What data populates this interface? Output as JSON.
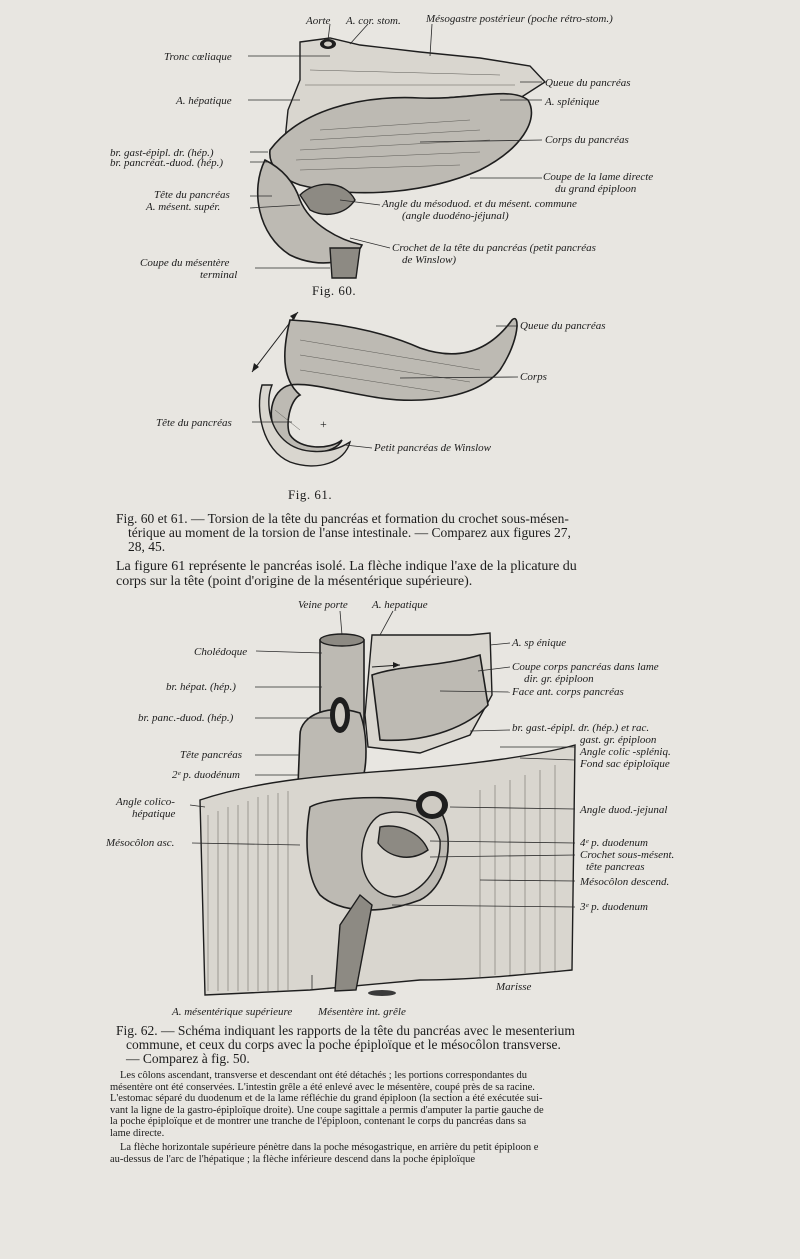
{
  "fig60": {
    "number": "Fig. 60.",
    "labels": {
      "aorte": "Aorte",
      "a_cor_stom": "A. cor. stom.",
      "mesogastre": "Mésogastre postérieur (poche rétro-stom.)",
      "tronc": "Tronc cœliaque",
      "queue": "Queue du pancréas",
      "a_hepatique": "A. hépatique",
      "a_splenique": "A. splénique",
      "corps": "Corps du pancréas",
      "br_gast": "br. gast-épipl. dr. (hép.)",
      "br_pancreat": "br. pancréat.-duod. (hép.)",
      "coupe_lame_1": "Coupe de la lame directe",
      "coupe_lame_2": "du grand épiploon",
      "tete": "Tête du pancréas",
      "a_mesent": "A. mésent. supér.",
      "angle_1": "Angle du mésoduod. et du mésent. commune",
      "angle_2": "(angle duodéno-jéjunal)",
      "crochet_1": "Crochet de la tête du pancréas (petit pancréas",
      "crochet_2": "de Winslow)",
      "coupe_mes_1": "Coupe du mésentère",
      "coupe_mes_2": "terminal"
    }
  },
  "fig61": {
    "number": "Fig. 61.",
    "labels": {
      "queue": "Queue du pancréas",
      "corps": "Corps",
      "tete": "Tête du pancréas",
      "petit": "Petit pancréas de Winslow"
    }
  },
  "caption_60_61": {
    "line1": "Fig. 60 et 61. — Torsion de la tête du pancréas et formation du crochet sous-mésen-",
    "line2": "térique au moment de la torsion de l'anse intestinale. — Comparez aux figures 27,",
    "line3": "28, 45."
  },
  "paragraph": {
    "line1": "La figure 61 représente le pancréas isolé. La flèche indique l'axe de la plicature du",
    "line2": "corps sur la tête (point d'origine de la mésentérique supérieure)."
  },
  "fig62": {
    "labels": {
      "veine_porte": "Veine porte",
      "a_hepatique": "A. hepatique",
      "choledoque": "Cholédoque",
      "a_splenique": "A. sp énique",
      "coupe_corps_1": "Coupe corps pancréas dans lame",
      "coupe_corps_2": "dir. gr. épiploon",
      "br_hepat": "br. hépat. (hép.)",
      "face_ant": "Face ant. corps pancréas",
      "br_panc_duod": "br. panc.-duod. (hép.)",
      "br_gast_1": "br. gast.-épipl. dr. (hép.) et rac.",
      "br_gast_2": "gast. gr. épiploon",
      "tete_pancreas": "Tête pancréas",
      "angle_colic": "Angle colic -spléniq.",
      "fond_sac": "Fond sac épiploïque",
      "duod_2": "2ᵉ p. duodénum",
      "angle_colico_1": "Angle colico-",
      "angle_colico_2": "hépatique",
      "angle_duod": "Angle duod.-jejunal",
      "mesocolon_asc": "Mésocôlon asc.",
      "duod_4": "4ᵉ p. duodenum",
      "crochet_1": "Crochet sous-mésent.",
      "crochet_2": "tête pancreas",
      "mesocolon_desc": "Mésocôlon descend.",
      "duod_3": "3ᵉ p. duodenum",
      "a_mes_sup": "A. mésentérique supérieure",
      "mesentere": "Mésentère int. grêle",
      "signature": "Marisse"
    }
  },
  "caption_62": {
    "line1": "Fig. 62. — Schéma indiquant les rapports de la tête du pancréas avec le mesenterium",
    "line2": "commune, et ceux du corps avec la poche épiploïque et le mésocôlon transverse.",
    "line3": "— Comparez à fig. 50."
  },
  "notes": {
    "p1_l1": "Les côlons ascendant, transverse et descendant ont été détachés ; les portions correspondantes du",
    "p1_l2": "mésentère ont été conservées. L'intestin grêle a été enlevé avec le mésentère, coupé près de sa racine.",
    "p1_l3": "L'estomac séparé du duodenum et de la lame réfléchie du grand épiploon (la section a été exécutée sui-",
    "p1_l4": "vant la ligne de la gastro-épiploïque droite). Une coupe sagittale a permis d'amputer la partie gauche de",
    "p1_l5": "la poche épiploïque et de montrer une tranche de l'épiploon, contenant le corps du pancréas dans sa",
    "p1_l6": "lame directe.",
    "p2_l1": "La flèche horizontale supérieure pénètre dans la poche mésogastrique, en arrière du petit épiploon e",
    "p2_l2": "au-dessus de l'arc de l'hépatique ; la flèche inférieure descend dans la poche épiploïque"
  }
}
